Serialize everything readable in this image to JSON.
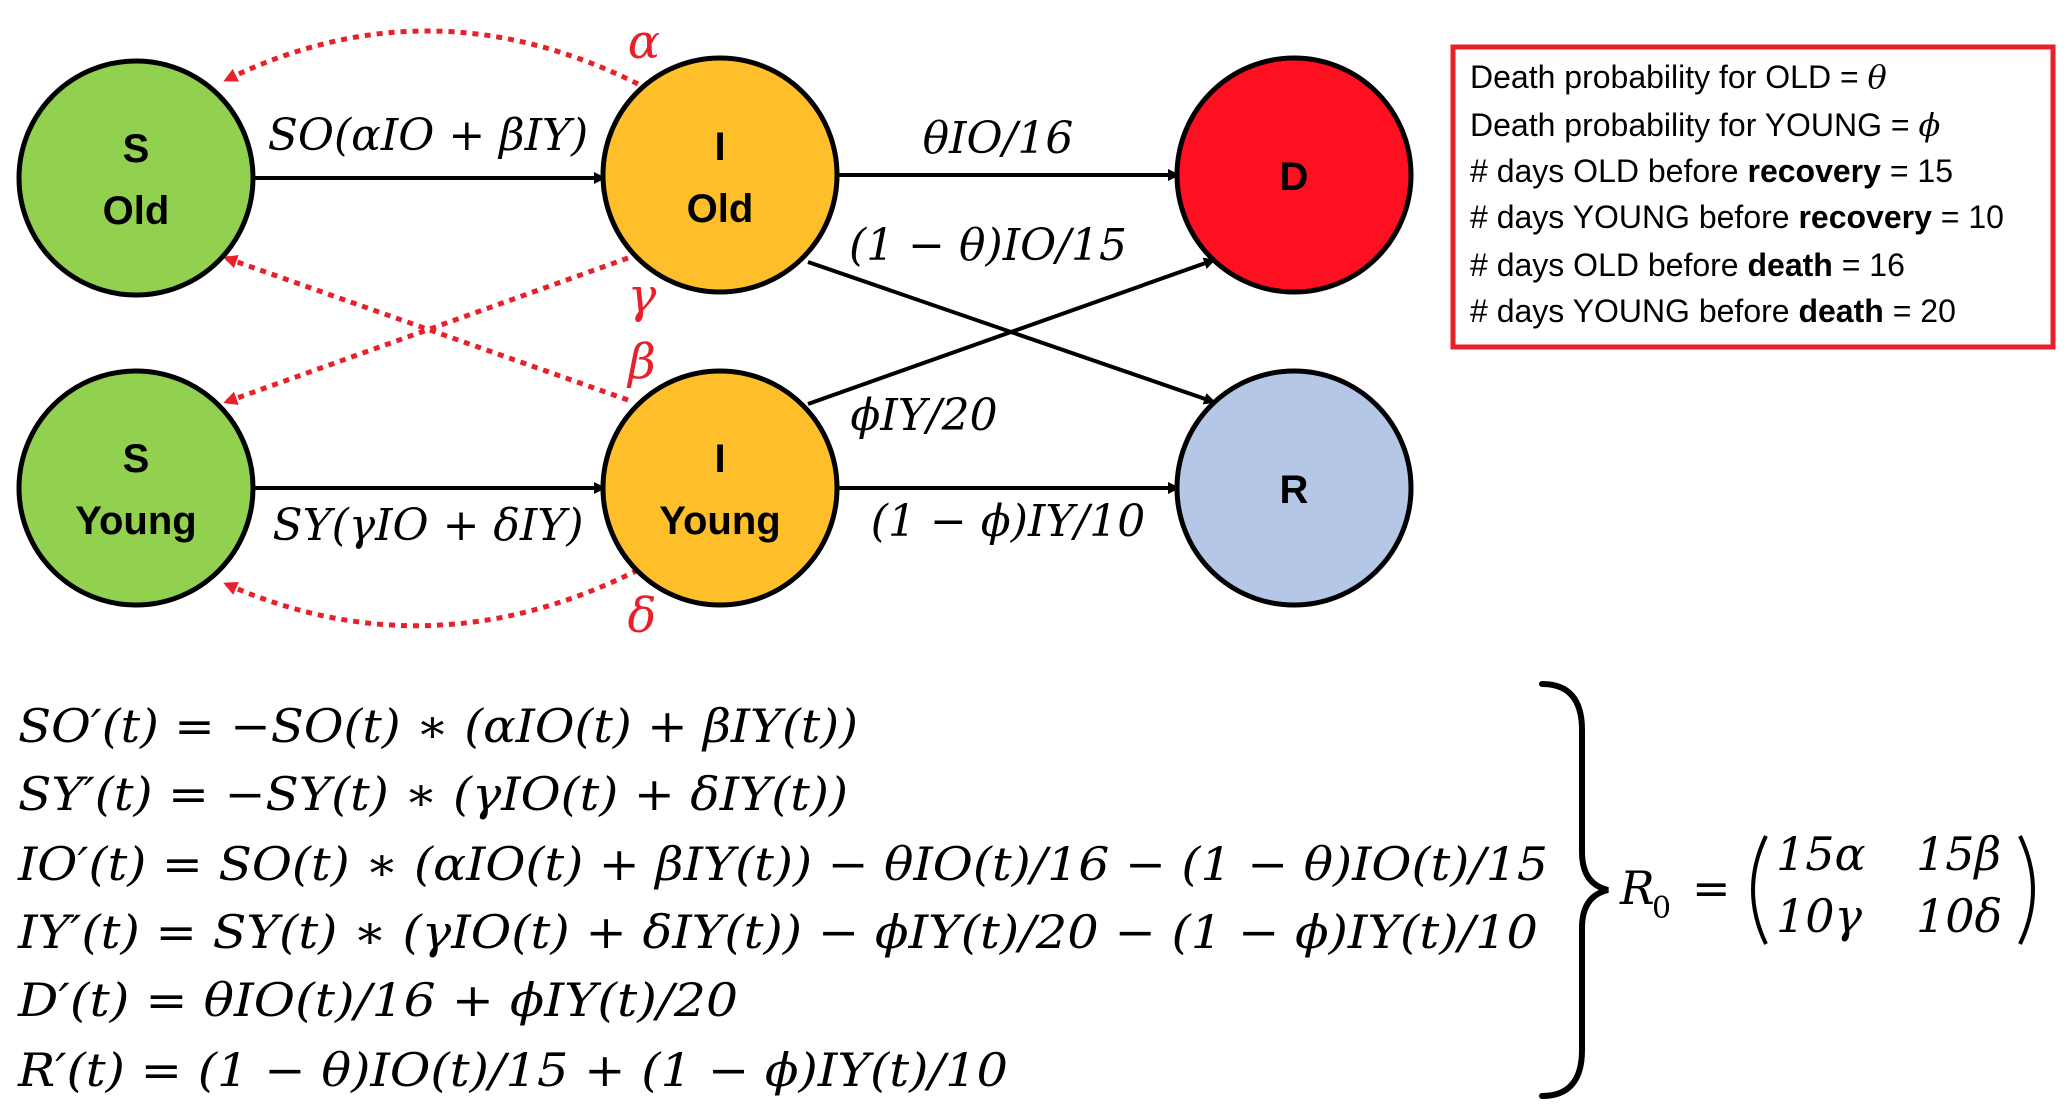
{
  "nodes": {
    "s_old": {
      "line1": "S",
      "line2": "Old",
      "color": "#92d050"
    },
    "i_old": {
      "line1": "I",
      "line2": "Old",
      "color": "#ffbf2a"
    },
    "d": {
      "line1": "D",
      "color": "#ff1020"
    },
    "s_young": {
      "line1": "S",
      "line2": "Young",
      "color": "#92d050"
    },
    "i_young": {
      "line1": "I",
      "line2": "Young",
      "color": "#ffbf2a"
    },
    "r": {
      "line1": "R",
      "color": "#b4c7e7"
    }
  },
  "edges": {
    "so_to_io": "SO(αIO + βIY)",
    "sy_to_iy": "SY(γIO + δIY)",
    "io_to_d": "θIO/16",
    "io_to_r": "(1 − θ)IO/15",
    "iy_to_d": "ϕIY/20",
    "iy_to_r": "(1 − ϕ)IY/10"
  },
  "infection_params": {
    "alpha": "α",
    "beta": "β",
    "gamma": "γ",
    "delta": "δ"
  },
  "legend": {
    "line1_prefix": "Death probability for OLD = ",
    "line1_sym": "θ",
    "line2_prefix": "Death probability for YOUNG = ",
    "line2_sym": "ϕ",
    "line3_prefix": "# days OLD before ",
    "line3_bold": "recovery",
    "line3_suffix": " = 15",
    "line4_prefix": "# days YOUNG before ",
    "line4_bold": "recovery",
    "line4_suffix": " = 10",
    "line5_prefix": "# days OLD before ",
    "line5_bold": "death",
    "line5_suffix": " = 16",
    "line6_prefix": "# days YOUNG before ",
    "line6_bold": "death",
    "line6_suffix": " = 20"
  },
  "equations": [
    "SO′(t) = −SO(t) ∗ (αIO(t) + βIY(t))",
    "SY′(t) = −SY(t) ∗ (γIO(t) + δIY(t))",
    "IO′(t) = SO(t) ∗ (αIO(t) + βIY(t)) − θIO(t)/16 − (1 − θ)IO(t)/15",
    "IY′(t) = SY(t) ∗ (γIO(t) + δIY(t)) − ϕIY(t)/20 − (1 − ϕ)IY(t)/10",
    "D′(t) = θIO(t)/16 + ϕIY(t)/20",
    "R′(t) = (1 − θ)IO(t)/15 + (1 − ϕ)IY(t)/10"
  ],
  "r0": {
    "symbol": "R",
    "subscript": "0",
    "equals": "=",
    "m11": "15α",
    "m12": "15β",
    "m21": "10γ",
    "m22": "10δ"
  },
  "colors": {
    "arrow": "#000000",
    "dotted": "#e8202a",
    "legend_border": "#e8202a"
  }
}
